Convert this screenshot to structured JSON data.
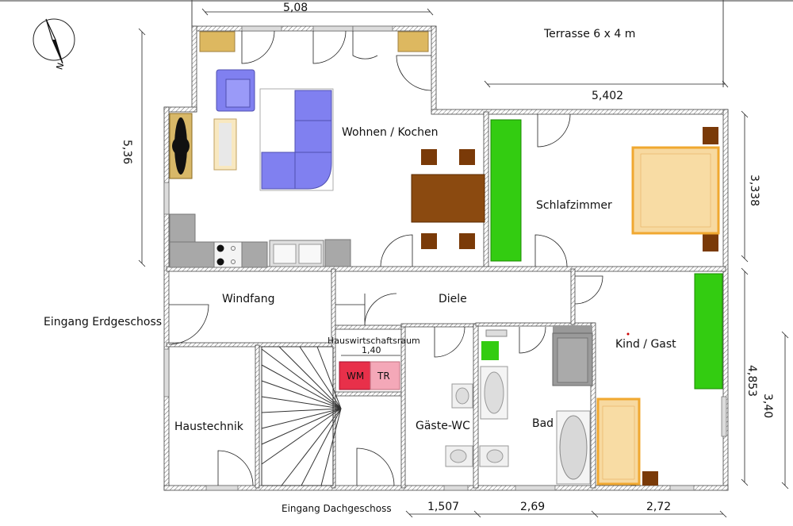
{
  "rooms": {
    "wohnen_kochen": "Wohnen / Kochen",
    "schlafzimmer": "Schlafzimmer",
    "windfang": "Windfang",
    "diele": "Diele",
    "hauswirtschaftsraum": "Hauswirtschaftsraum",
    "kind_gast": "Kind / Gast",
    "haustechnik": "Haustechnik",
    "gaeste_wc": "Gäste-WC",
    "bad": "Bad"
  },
  "labels": {
    "terrasse": "Terrasse 6 x 4 m",
    "eingang_erdgeschoss": "Eingang Erdgeschoss",
    "eingang_dachgeschoss": "Eingang Dachgeschoss",
    "wm": "WM",
    "tr": "TR"
  },
  "dimensions": {
    "top_width": "5,08",
    "terrace_width": "5,402",
    "left_height": "5,36",
    "bedroom_height": "3,338",
    "kind_height": "4,853",
    "right_total": "3,40",
    "hwr_width": "1,40",
    "bottom_1": "1,507",
    "bottom_2": "2,69",
    "bottom_3": "2,72"
  },
  "compass": {
    "letter": "N"
  },
  "colors": {
    "wardrobe_green": "#33cc11",
    "sofa_blue": "#8080f0",
    "table_brown": "#8b4a10",
    "chair_brown": "#7a3a08",
    "bed_fill": "#f7d9a0",
    "bed_frame": "#f0a830",
    "wm_red": "#e8304a",
    "tr_pink": "#f4a8b8",
    "cabinet_tan": "#ddb860"
  }
}
